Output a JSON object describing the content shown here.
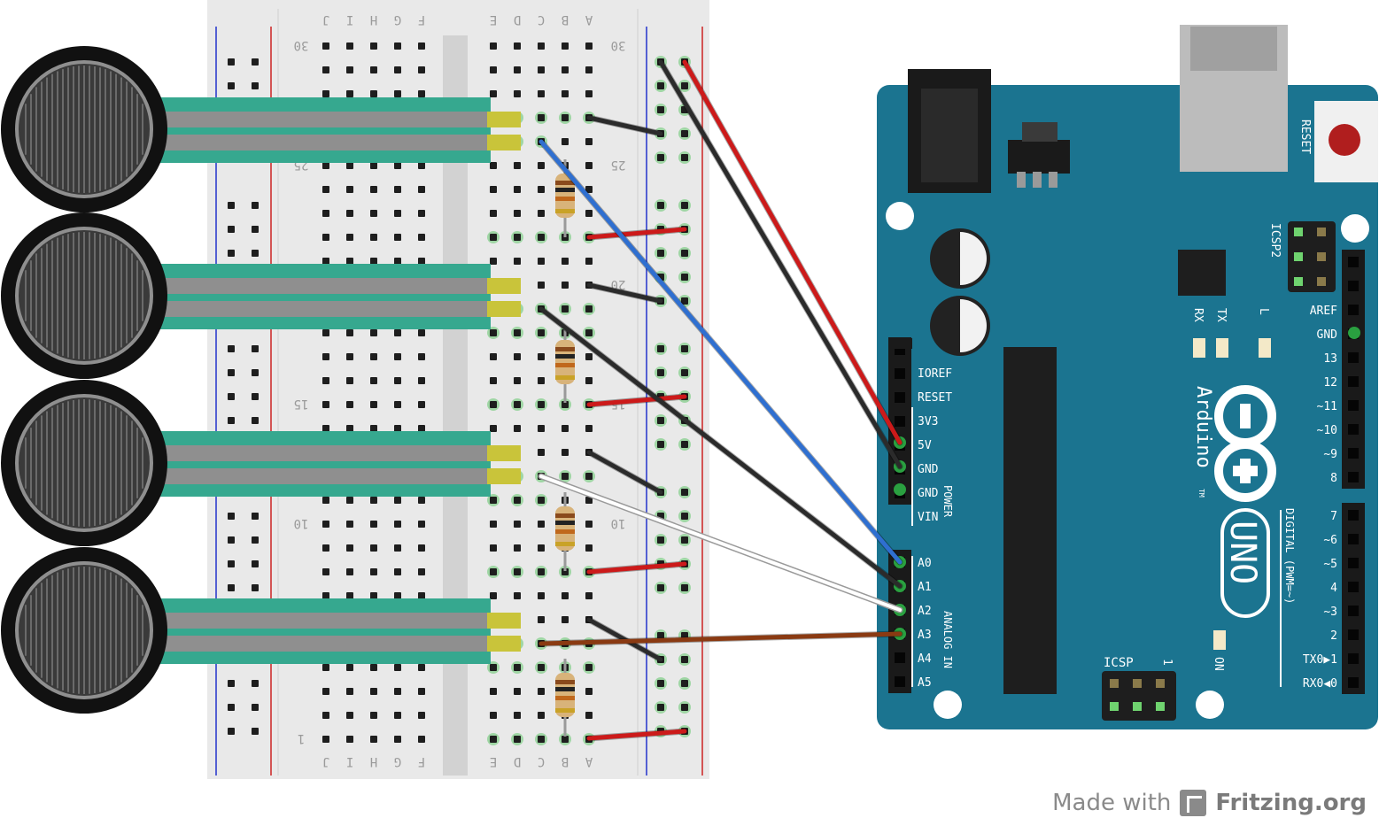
{
  "breadboard": {
    "columns_top": [
      "J",
      "I",
      "H",
      "G",
      "F",
      "E",
      "D",
      "C",
      "B",
      "A"
    ],
    "columns_bottom": [
      "J",
      "I",
      "H",
      "G",
      "F",
      "E",
      "D",
      "C",
      "B",
      "A"
    ],
    "row_numbers": [
      "30",
      "25",
      "20",
      "15",
      "10",
      "1"
    ]
  },
  "arduino": {
    "reset_label": "RESET",
    "icsp2_label": "ICSP2",
    "icsp_label": "ICSP",
    "icsp_pin1": "1",
    "led_labels": [
      "RX",
      "TX",
      "L"
    ],
    "on_label": "ON",
    "brand": "Arduino",
    "tm": "TM",
    "model": "UNO",
    "power_pins": [
      "IOREF",
      "RESET",
      "3V3",
      "5V",
      "GND",
      "GND",
      "VIN"
    ],
    "power_group_label": "POWER",
    "analog_pins": [
      "A0",
      "A1",
      "A2",
      "A3",
      "A4",
      "A5"
    ],
    "analog_group_label": "ANALOG IN",
    "digital_top_pins": [
      "AREF",
      "GND",
      "13",
      "12",
      "~11",
      "~10",
      "~9",
      "8"
    ],
    "digital_bottom_pins": [
      "7",
      "~6",
      "~5",
      "4",
      "~3",
      "2",
      "TX0▶1",
      "RX0◀0"
    ],
    "digital_group_label": "DIGITAL (PWM=~)"
  },
  "sensors": {
    "count": 4
  },
  "wire_colors": {
    "red": "#cc1a1a",
    "black": "#2b2b2b",
    "blue": "#2f6fd0",
    "white": "#ffffff",
    "brown": "#8a3a12"
  },
  "colors": {
    "board": "#1b7490",
    "breadboard": "#e9e9e9",
    "fsr_tail": "#36a88f"
  },
  "footer": {
    "made_with": "Made with",
    "brand": "Fritzing.org"
  }
}
